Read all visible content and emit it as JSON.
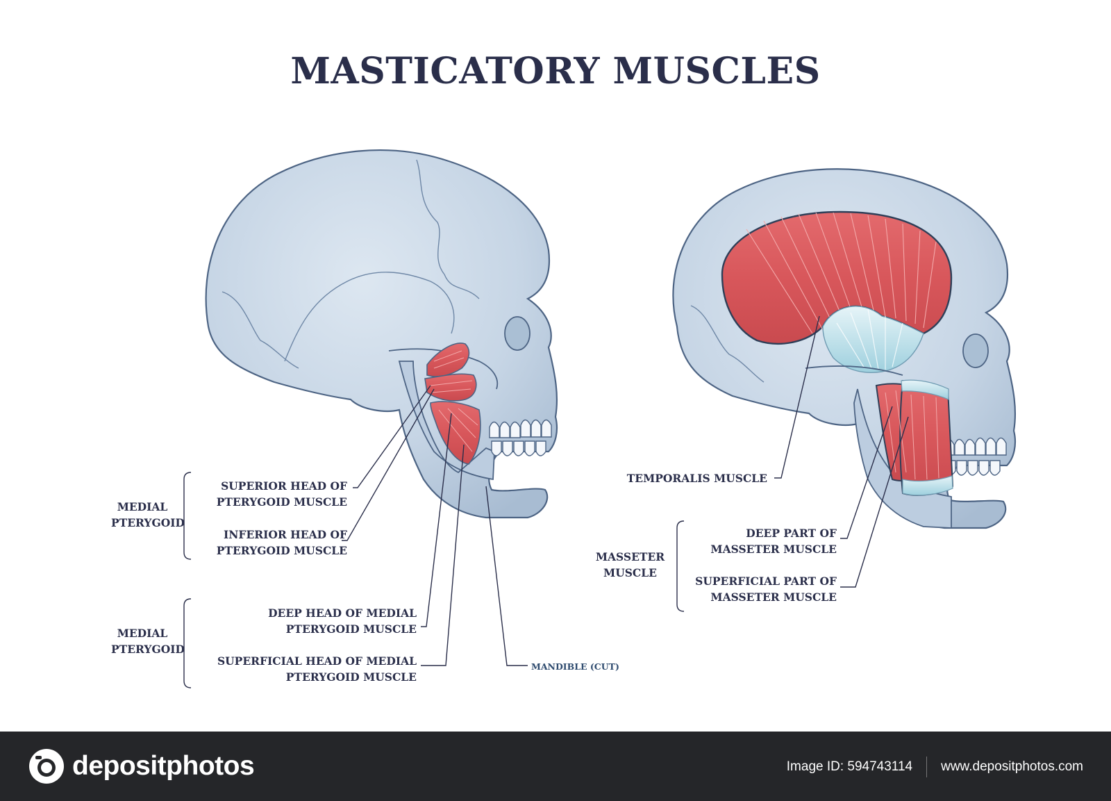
{
  "title": "MASTICATORY MUSCLES",
  "left_skull": {
    "group_upper": {
      "name_line1": "MEDIAL",
      "name_line2": "PTERYGOID"
    },
    "group_lower": {
      "name_line1": "MEDIAL",
      "name_line2": "PTERYGOID"
    },
    "labels": {
      "superior_l1": "SUPERIOR HEAD OF",
      "superior_l2": "PTERYGOID MUSCLE",
      "inferior_l1": "INFERIOR HEAD OF",
      "inferior_l2": "PTERYGOID MUSCLE",
      "deep_l1": "DEEP HEAD  OF MEDIAL",
      "deep_l2": "PTERYGOID MUSCLE",
      "superficial_l1": "SUPERFICIAL HEAD OF MEDIAL",
      "superficial_l2": "PTERYGOID MUSCLE",
      "mandible": "MANDIBLE (CUT)"
    }
  },
  "right_skull": {
    "temporalis": "TEMPORALIS MUSCLE",
    "group": {
      "name_line1": "MASSETER",
      "name_line2": "MUSCLE"
    },
    "labels": {
      "deep_l1": "DEEP PART OF",
      "deep_l2": "MASSETER MUSCLE",
      "superficial_l1": "SUPERFICIAL PART OF",
      "superficial_l2": "MASSETER MUSCLE"
    }
  },
  "footer": {
    "brand": "depositphotos",
    "image_id": "Image ID: 594743114",
    "site": "www.depositphotos.com"
  },
  "colors": {
    "bone": "#c9d7e6",
    "bone_shade": "#a9bdd3",
    "outline": "#4d6484",
    "muscle": "#d8585c",
    "muscle_light": "#ee9294",
    "tendon": "#cfe9f0",
    "text": "#2a2e4a",
    "footer_bg": "#252629"
  }
}
